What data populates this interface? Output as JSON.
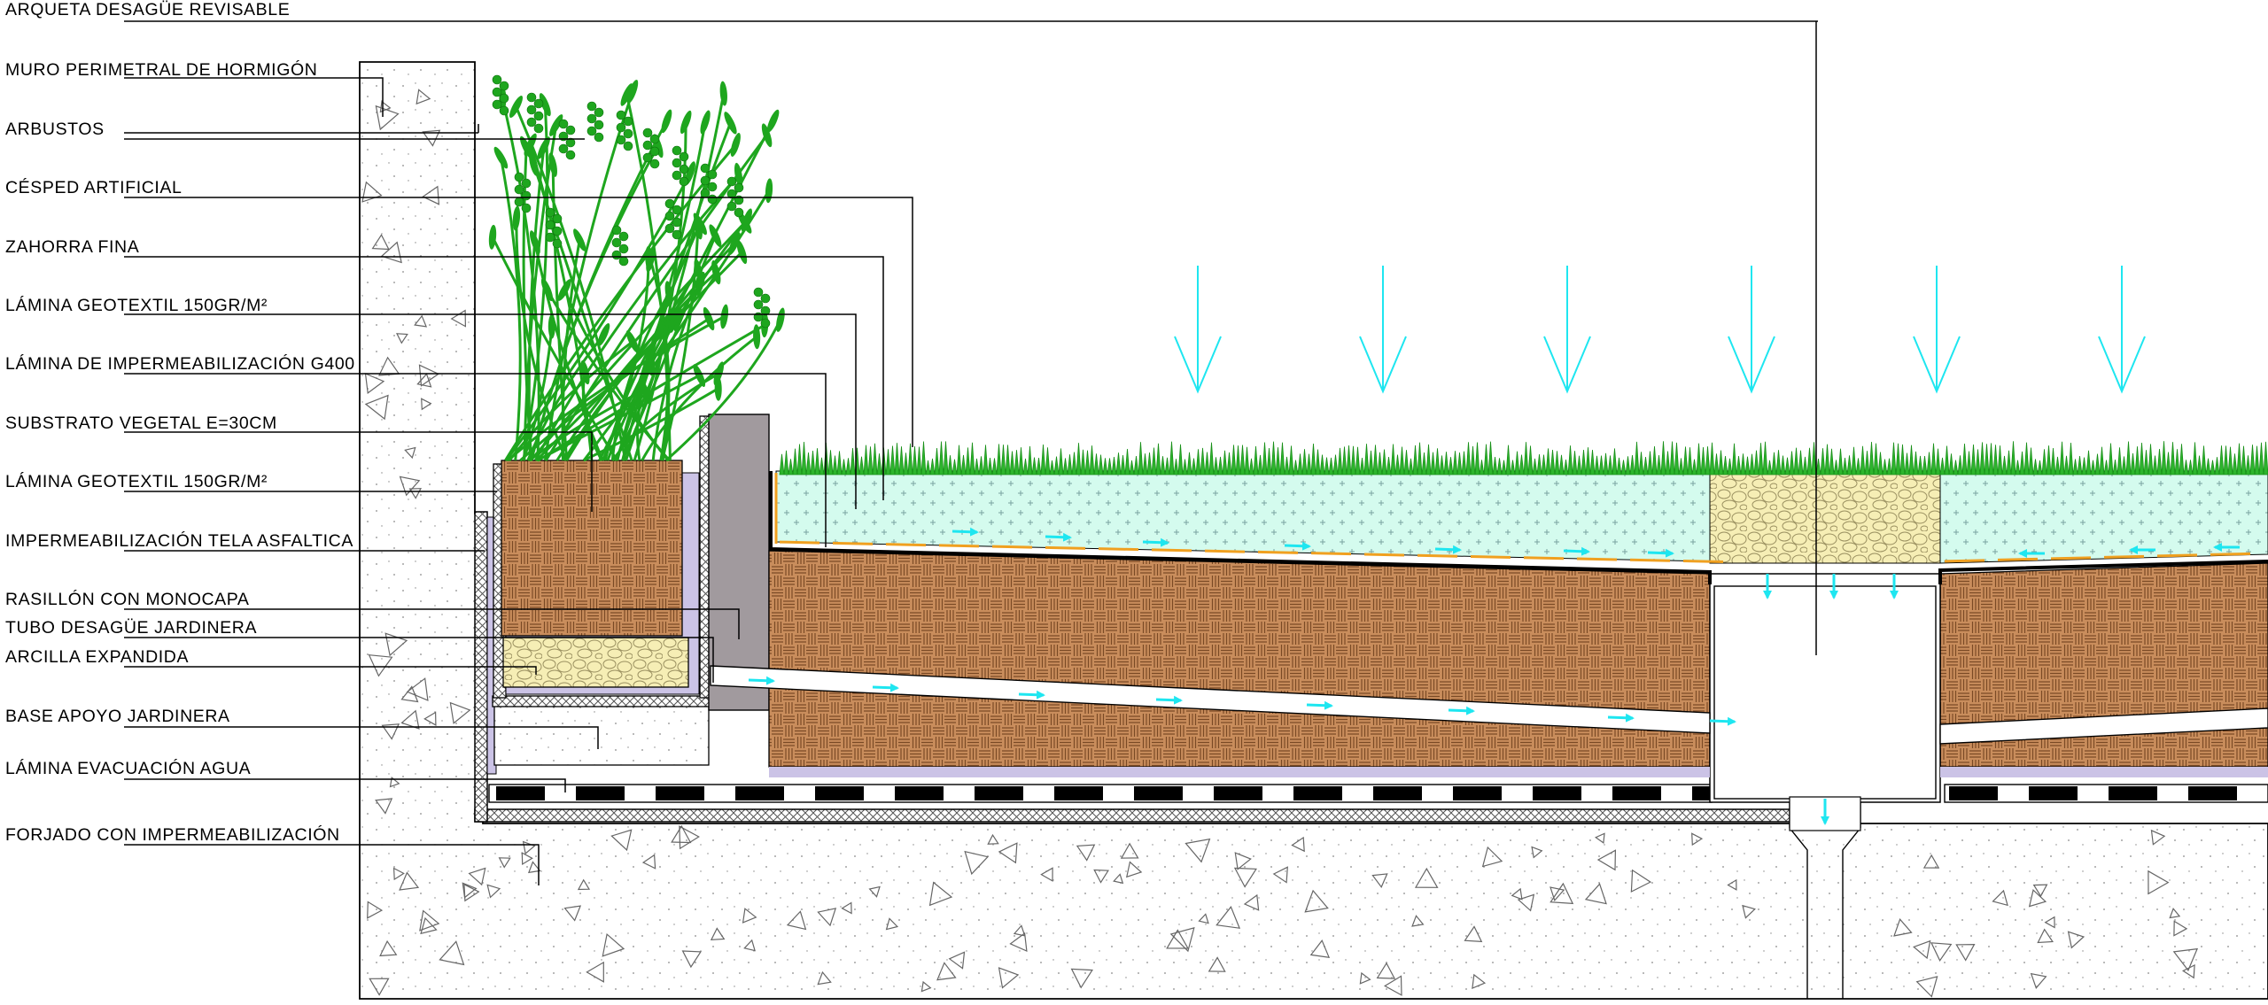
{
  "colors": {
    "concrete": "#ffffff",
    "soil_brown": "#c98d5c",
    "soil_line": "#7a4a25",
    "gravel_cyan": "#d4fbee",
    "gravel_plus": "#7aa3a0",
    "expanded_clay": "#f6eeb5",
    "grass_green": "#2db52d",
    "shrub_green": "#1ea61e",
    "geotextile_orange": "#f0a020",
    "arrow_cyan": "#1ee6f0",
    "membrane_gray": "#a19a9e",
    "hatch_gray": "#666666",
    "insulation_purple": "#cbc3e6",
    "line": "#000000"
  },
  "labels": [
    {
      "key": "arqueta",
      "text": "ARQUETA DESAGÜE REVISABLE"
    },
    {
      "key": "muro",
      "text": "MURO PERIMETRAL DE HORMIGÓN"
    },
    {
      "key": "arbustos",
      "text": "ARBUSTOS"
    },
    {
      "key": "cesped",
      "text": "CÉSPED ARTIFICIAL"
    },
    {
      "key": "zahorra",
      "text": "ZAHORRA FINA"
    },
    {
      "key": "geotextil1",
      "text": "LÁMINA GEOTEXTIL 150GR/M²"
    },
    {
      "key": "impermeabilizacion_g400",
      "text": "LÁMINA DE IMPERMEABILIZACIÓN G400"
    },
    {
      "key": "substrato",
      "text": "SUBSTRATO VEGETAL E=30CM"
    },
    {
      "key": "geotextil2",
      "text": "LÁMINA GEOTEXTIL 150GR/M²"
    },
    {
      "key": "tela_asfaltica",
      "text": "IMPERMEABILIZACIÓN TELA ASFALTICA"
    },
    {
      "key": "rasillon",
      "text": "RASILLÓN CON MONOCAPA"
    },
    {
      "key": "tubo",
      "text": "TUBO DESAGÜE JARDINERA"
    },
    {
      "key": "arcilla",
      "text": "ARCILLA EXPANDIDA"
    },
    {
      "key": "base",
      "text": "BASE APOYO JARDINERA"
    },
    {
      "key": "evacuacion",
      "text": "LÁMINA EVACUACIÓN AGUA"
    },
    {
      "key": "forjado",
      "text": "FORJADO CON IMPERMEABILIZACIÓN"
    }
  ]
}
